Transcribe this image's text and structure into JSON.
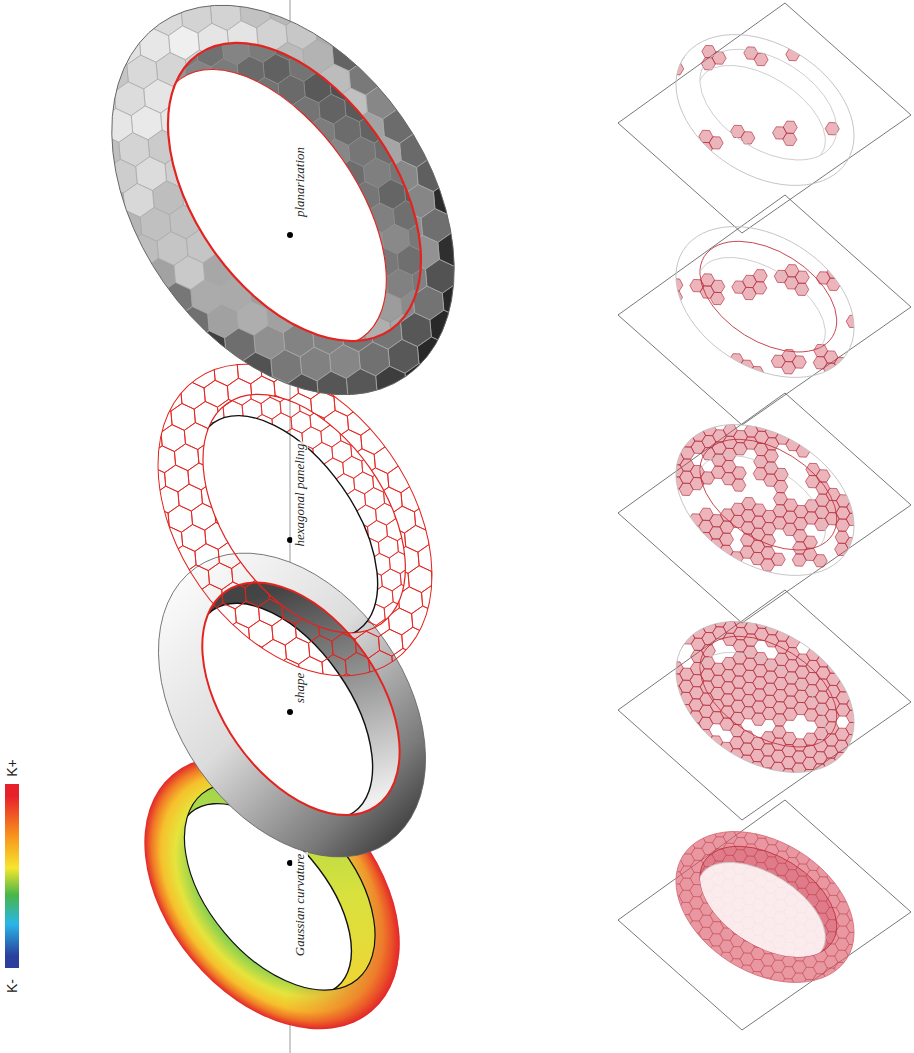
{
  "diagram": {
    "labels": [
      "planarization",
      "hexagonal paneling",
      "shape",
      "Gaussian curvature"
    ],
    "legend": [
      {
        "text": "K+",
        "color": "#e8202a"
      },
      {
        "text": "K-",
        "color": "#2b3f9c"
      }
    ]
  }
}
